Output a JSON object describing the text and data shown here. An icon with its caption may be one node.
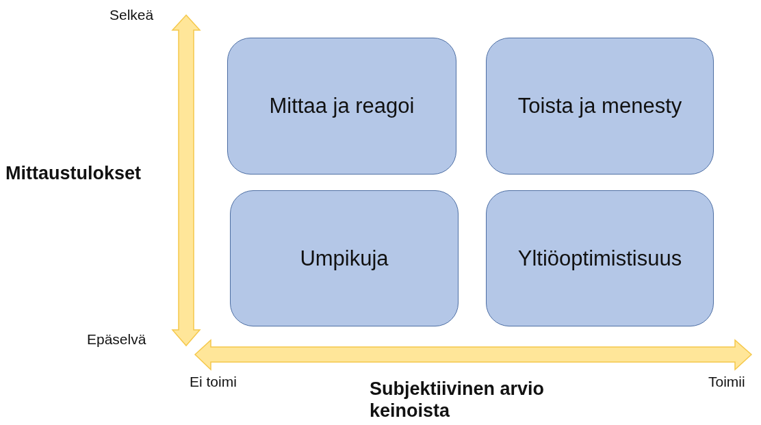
{
  "diagram": {
    "nodes": [
      {
        "text": [
          "Mittaa ja reagoi"
        ]
      },
      {
        "text": [
          "Toista ja menesty"
        ]
      },
      {
        "text": [
          "Umpikuja"
        ]
      },
      {
        "text": [
          "Yltiöoptimistisuus"
        ]
      }
    ],
    "labels": [
      "Selkeä",
      "Mittaustulokset",
      "Epäselvä",
      "Ei toimi",
      "Subjektiivinen arvio keinoista",
      "Toimii"
    ]
  }
}
